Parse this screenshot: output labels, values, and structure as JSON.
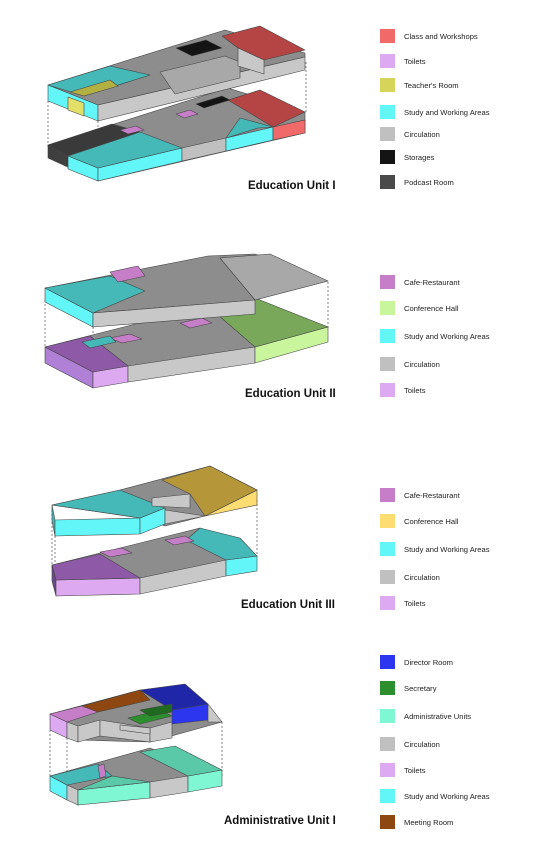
{
  "colors": {
    "classes": "#f06a6a",
    "toilets": "#dda9f0",
    "teachers": "#d7d45a",
    "study": "#62f6f8",
    "circulation": "#c0c0c0",
    "storages": "#141414",
    "podcast": "#4a4a4a",
    "cafe": "#c77ec8",
    "conference_green": "#c9f59c",
    "conference_yellow": "#fddd72",
    "director": "#2c36ee",
    "secretary": "#2d8e2d",
    "admin": "#7ff7d3",
    "meeting": "#8e4710"
  },
  "units": [
    {
      "title": "Education Unit I",
      "legend": [
        {
          "label": "Class and Workshops",
          "color": "#f06a6a",
          "icon": "swatch-class-workshops"
        },
        {
          "label": "Toilets",
          "color": "#dda9f0",
          "icon": "swatch-toilets"
        },
        {
          "label": "Teacher's Room",
          "color": "#d7d45a",
          "icon": "swatch-teachers-room"
        },
        {
          "label": "Study and Working Areas",
          "color": "#62f6f8",
          "icon": "swatch-study"
        },
        {
          "label": "Circulation",
          "color": "#c0c0c0",
          "icon": "swatch-circulation"
        },
        {
          "label": "Storages",
          "color": "#141414",
          "icon": "swatch-storages"
        },
        {
          "label": "Podcast Room",
          "color": "#4a4a4a",
          "icon": "swatch-podcast"
        }
      ]
    },
    {
      "title": "Education Unit II",
      "legend": [
        {
          "label": "Cafe-Restaurant",
          "color": "#c77ec8",
          "icon": "swatch-cafe"
        },
        {
          "label": "Conference Hall",
          "color": "#c9f59c",
          "icon": "swatch-conference"
        },
        {
          "label": "Study and Working Areas",
          "color": "#62f6f8",
          "icon": "swatch-study"
        },
        {
          "label": "Circulation",
          "color": "#c0c0c0",
          "icon": "swatch-circulation"
        },
        {
          "label": "Toilets",
          "color": "#dda9f0",
          "icon": "swatch-toilets"
        }
      ]
    },
    {
      "title": "Education Unit III",
      "legend": [
        {
          "label": "Cafe-Restaurant",
          "color": "#c77ec8",
          "icon": "swatch-cafe"
        },
        {
          "label": "Conference Hall",
          "color": "#fddd72",
          "icon": "swatch-conference"
        },
        {
          "label": "Study and Working Areas",
          "color": "#62f6f8",
          "icon": "swatch-study"
        },
        {
          "label": "Circulation",
          "color": "#c0c0c0",
          "icon": "swatch-circulation"
        },
        {
          "label": "Toilets",
          "color": "#dda9f0",
          "icon": "swatch-toilets"
        }
      ]
    },
    {
      "title": "Administrative Unit I",
      "legend": [
        {
          "label": "Director Room",
          "color": "#2c36ee",
          "icon": "swatch-director"
        },
        {
          "label": "Secretary",
          "color": "#2d8e2d",
          "icon": "swatch-secretary"
        },
        {
          "label": "Administrative Units",
          "color": "#7ff7d3",
          "icon": "swatch-admin-units"
        },
        {
          "label": "Circulation",
          "color": "#c0c0c0",
          "icon": "swatch-circulation"
        },
        {
          "label": "Toilets",
          "color": "#dda9f0",
          "icon": "swatch-toilets"
        },
        {
          "label": "Study and Working Areas",
          "color": "#62f6f8",
          "icon": "swatch-study"
        },
        {
          "label": "Meeting Room",
          "color": "#8e4710",
          "icon": "swatch-meeting"
        }
      ]
    }
  ]
}
